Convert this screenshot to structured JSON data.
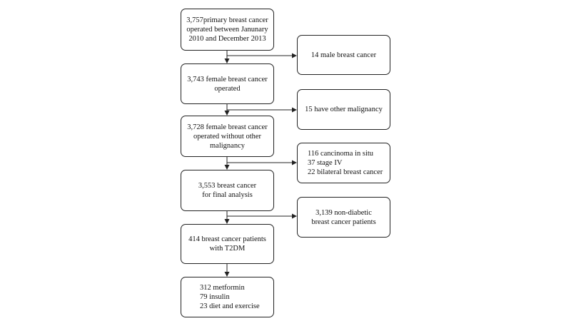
{
  "flowchart": {
    "main_boxes": [
      {
        "id": "primary",
        "lines": [
          "3,757primary breast cancer",
          "operated between Janunary",
          "2010 and December 2013"
        ]
      },
      {
        "id": "female",
        "lines": [
          "3,743 female breast cancer",
          "operated"
        ]
      },
      {
        "id": "no-other-malignancy",
        "lines": [
          "3,728 female breast cancer",
          "operated without other",
          "malignancy"
        ]
      },
      {
        "id": "final-analysis",
        "lines": [
          "3,553 breast cancer",
          "for final analysis"
        ]
      },
      {
        "id": "t2dm",
        "lines": [
          "414 breast cancer patients",
          "with T2DM"
        ]
      },
      {
        "id": "treatment",
        "lines": [
          "312 metformin",
          "79 insulin",
          "23 diet and exercise"
        ]
      }
    ],
    "side_boxes": [
      {
        "id": "male",
        "lines": [
          "14 male breast cancer"
        ]
      },
      {
        "id": "other-malignancy",
        "lines": [
          "15 have other malignancy"
        ]
      },
      {
        "id": "excluded",
        "lines": [
          "116 cancinoma in situ",
          "37 stage IV",
          "22 bilateral breast cancer"
        ]
      },
      {
        "id": "non-diabetic",
        "lines": [
          "3,139 non-diabetic",
          "breast cancer patients"
        ]
      }
    ]
  }
}
